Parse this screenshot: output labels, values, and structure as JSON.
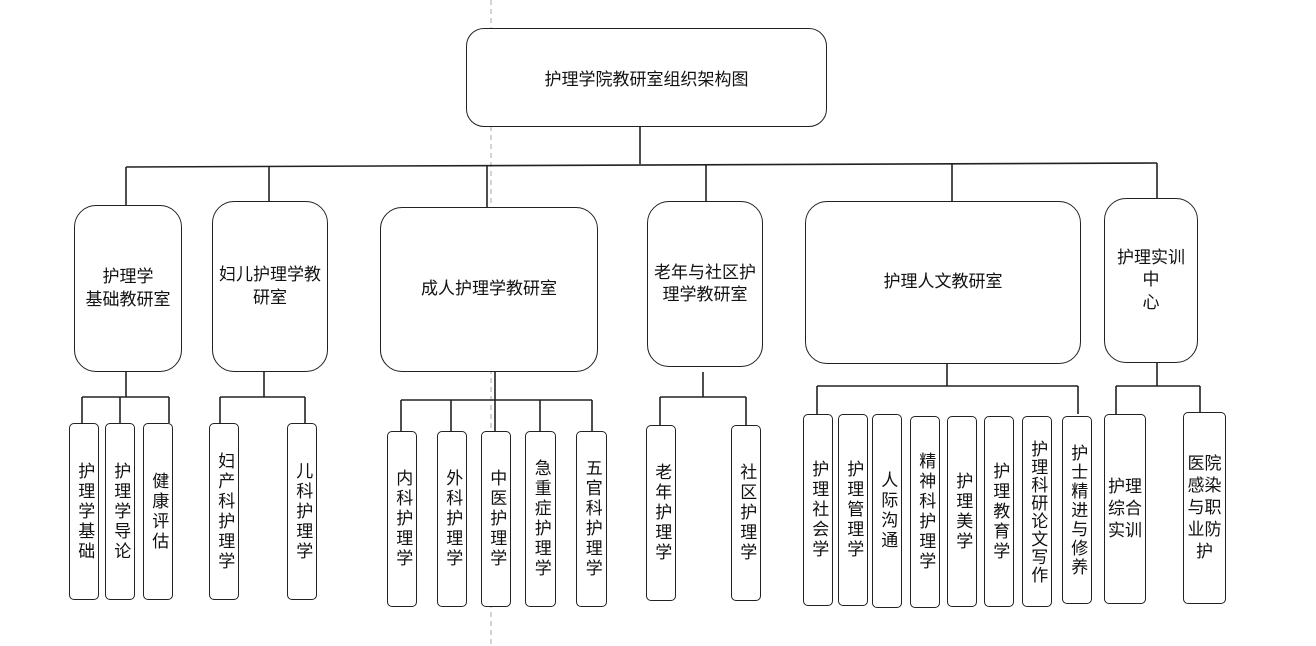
{
  "root": {
    "label": "护理学院教研室组织架构图"
  },
  "departments": [
    {
      "label": "护理学基础教研室",
      "line1": "护理学",
      "line2": "基础教研室",
      "courses": [
        "护理学基础",
        "护理学导论",
        "健康评估"
      ]
    },
    {
      "label": "妇儿护理学教研室",
      "line1": "妇儿护理学教",
      "line2": "研室",
      "courses": [
        "妇产科护理学",
        "儿科护理学"
      ]
    },
    {
      "label": "成人护理学教研室",
      "courses": [
        "内科护理学",
        "外科护理学",
        "中医护理学",
        "急重症护理学",
        "五官科护理学"
      ]
    },
    {
      "label": "老年与社区护理学教研室",
      "line1": "老年与社区护",
      "line2": "理学教研室",
      "courses": [
        "老年护理学",
        "社区护理学"
      ]
    },
    {
      "label": "护理人文教研室",
      "courses": [
        "护理社会学",
        "护理管理学",
        "人际沟通",
        "精神科护理学",
        "护理美学",
        "护理教育学",
        "护理科研论文写作",
        "护士精进与修养"
      ]
    },
    {
      "label": "护理实训中心",
      "line1": "护理实训中",
      "line2": "心",
      "courses": [
        "护理综合实训",
        "医院感染与职业防护"
      ]
    }
  ]
}
